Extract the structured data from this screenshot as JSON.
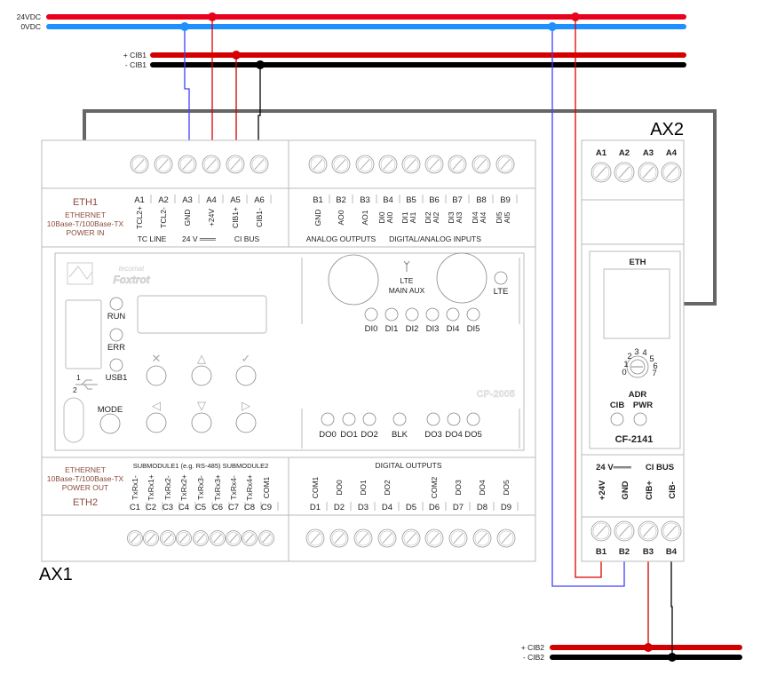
{
  "buses": {
    "v24": {
      "label": "24VDC",
      "color": "#e8001c"
    },
    "v0": {
      "label": "0VDC",
      "color": "#1e90ff"
    },
    "cib1_plus": {
      "label": "+ CIB1",
      "color": "#d40000"
    },
    "cib1_minus": {
      "label": "- CIB1",
      "color": "#000000"
    },
    "cib2_plus": {
      "label": "+ CIB2",
      "color": "#d40000"
    },
    "cib2_minus": {
      "label": "- CIB2",
      "color": "#000000"
    }
  },
  "ax1": {
    "name": "AX1",
    "eth1": {
      "title": "ETH1",
      "lines": [
        "ETHERNET",
        "10Base-T/100Base-TX",
        "POWER IN"
      ]
    },
    "eth2": {
      "title": "ETH2",
      "lines": [
        "ETHERNET",
        "10Base-T/100Base-TX",
        "POWER OUT"
      ]
    },
    "terminals_a": [
      {
        "id": "A1",
        "sig": [
          "TCL2+"
        ]
      },
      {
        "id": "A2",
        "sig": [
          "TCL2-"
        ]
      },
      {
        "id": "A3",
        "sig": [
          "GND"
        ]
      },
      {
        "id": "A4",
        "sig": [
          "+24V"
        ]
      },
      {
        "id": "A5",
        "sig": [
          "CIB1+"
        ]
      },
      {
        "id": "A6",
        "sig": [
          "CIB1-"
        ]
      }
    ],
    "groups_a": [
      "TC LINE",
      "24 V ═══",
      "CI BUS"
    ],
    "terminals_b": [
      {
        "id": "B1",
        "sig": [
          "GND"
        ]
      },
      {
        "id": "B2",
        "sig": [
          "AO0"
        ]
      },
      {
        "id": "B3",
        "sig": [
          "AO1"
        ]
      },
      {
        "id": "B4",
        "sig": [
          "DI0",
          "AI0"
        ]
      },
      {
        "id": "B5",
        "sig": [
          "DI1",
          "AI1"
        ]
      },
      {
        "id": "B6",
        "sig": [
          "DI2",
          "AI2"
        ]
      },
      {
        "id": "B7",
        "sig": [
          "DI3",
          "AI3"
        ]
      },
      {
        "id": "B8",
        "sig": [
          "DI4",
          "AI4"
        ]
      },
      {
        "id": "B9",
        "sig": [
          "DI5",
          "AI5"
        ]
      }
    ],
    "groups_b": [
      "ANALOG OUTPUTS",
      "DIGITAL/ANALOG INPUTS"
    ],
    "submodule_label": "SUBMODULE1 (e.g. RS-485) SUBMODULE2",
    "terminals_c": [
      {
        "id": "C1",
        "sig": [
          "TxRx1-"
        ]
      },
      {
        "id": "C2",
        "sig": [
          "TxRx1+"
        ]
      },
      {
        "id": "C3",
        "sig": [
          "TxRx2-"
        ]
      },
      {
        "id": "C4",
        "sig": [
          "TxRx2+"
        ]
      },
      {
        "id": "C5",
        "sig": [
          "TxRx3-"
        ]
      },
      {
        "id": "C6",
        "sig": [
          "TxRx3+"
        ]
      },
      {
        "id": "C7",
        "sig": [
          "TxRx4-"
        ]
      },
      {
        "id": "C8",
        "sig": [
          "TxRx4+"
        ]
      },
      {
        "id": "C9",
        "sig": [
          "COM1"
        ]
      }
    ],
    "digital_outputs_label": "DIGITAL OUTPUTS",
    "terminals_d": [
      {
        "id": "D1",
        "sig": [
          "COM1"
        ]
      },
      {
        "id": "D2",
        "sig": [
          "DO0"
        ]
      },
      {
        "id": "D3",
        "sig": [
          "DO1"
        ]
      },
      {
        "id": "D4",
        "sig": [
          "DO2"
        ]
      },
      {
        "id": "D5",
        "sig": [
          ""
        ]
      },
      {
        "id": "D6",
        "sig": [
          "COM2"
        ]
      },
      {
        "id": "D7",
        "sig": [
          "DO3"
        ]
      },
      {
        "id": "D8",
        "sig": [
          "DO4"
        ]
      },
      {
        "id": "D9",
        "sig": [
          "DO5"
        ]
      }
    ],
    "panel": {
      "logo_top": "tecomat",
      "logo_bottom": "Foxtrot",
      "leds_left": [
        "RUN",
        "ERR",
        "USB1"
      ],
      "mode": "MODE",
      "usb_1": "1",
      "usb_2": "2",
      "key_symbols": [
        "✕",
        "△",
        "✓",
        "◁",
        "▽",
        "▷"
      ],
      "lte_line1": "LTE",
      "lte_line2": "MAIN AUX",
      "lte_led": "LTE",
      "di_leds": [
        "DI0",
        "DI1",
        "DI2",
        "DI3",
        "DI4",
        "DI5"
      ],
      "do_leds": [
        "DO0",
        "DO1",
        "DO2",
        "BLK",
        "DO3",
        "DO4",
        "DO5"
      ],
      "model": "CP-2005"
    }
  },
  "ax2": {
    "name": "AX2",
    "top_terminals": [
      "A1",
      "A2",
      "A3",
      "A4"
    ],
    "eth": "ETH",
    "dial_numbers": [
      "0",
      "1",
      "2",
      "3",
      "4",
      "5",
      "6",
      "7"
    ],
    "adr": "ADR",
    "leds": [
      "CIB",
      "PWR"
    ],
    "model": "CF-2141",
    "power_label": "24 V═══",
    "bus_label": "CI  BUS",
    "signals": [
      "+24V",
      "GND",
      "CIB+",
      "CIB-"
    ],
    "bottom_terminals": [
      "B1",
      "B2",
      "B3",
      "B4"
    ]
  }
}
